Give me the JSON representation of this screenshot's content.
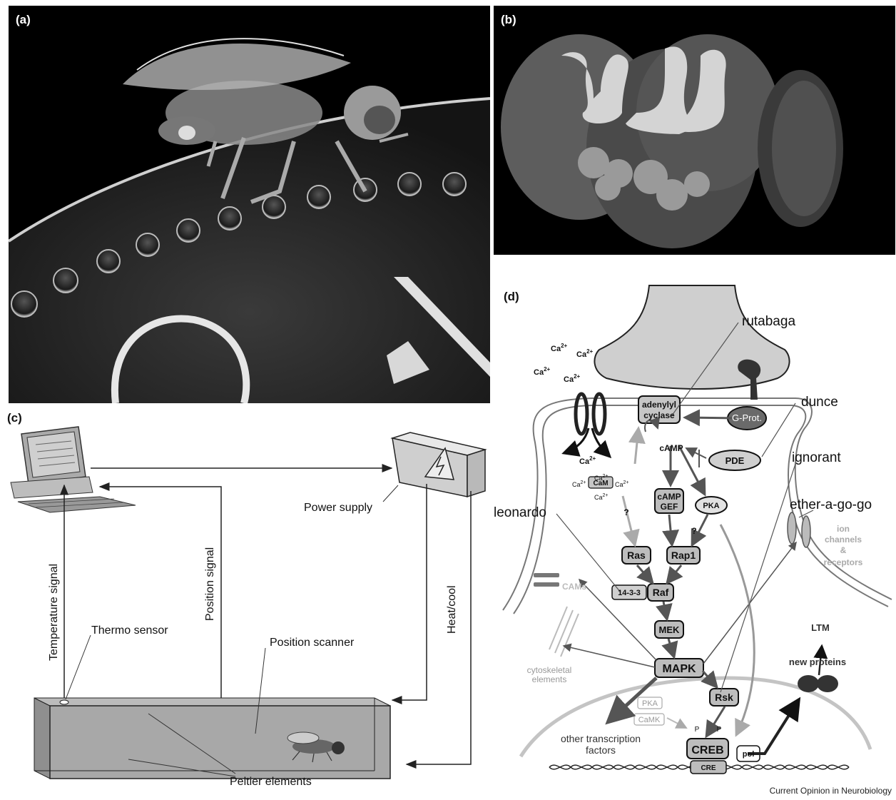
{
  "panels": {
    "a": {
      "label": "(a)"
    },
    "b": {
      "label": "(b)"
    },
    "c": {
      "label": "(c)",
      "power_supply": "Power supply",
      "position_signal": "Position signal",
      "heat_cool": "Heat/cool",
      "temperature_signal": "Temperature signal",
      "thermo_sensor": "Thermo sensor",
      "position_scanner": "Position scanner",
      "peltier_elements": "Peltier elements"
    },
    "d": {
      "label": "(d)",
      "rutabaga": "rutabaga",
      "dunce": "dunce",
      "ignorant": "ignorant",
      "leonardo": "leonardo",
      "ether_a_go_go": "ether-a-go-go",
      "ion_channels_1": "ion",
      "ion_channels_2": "channels",
      "ion_channels_3": "&",
      "ion_channels_4": "receptors",
      "ca_label": "Ca",
      "ca_sup": "2+",
      "adenylyl_1": "adenylyl",
      "adenylyl_2": "cyclase",
      "g_prot": "G-Prot.",
      "camp": "cAMP",
      "pde": "PDE",
      "camp_gef_1": "cAMP",
      "camp_gef_2": "GEF",
      "pka": "PKA",
      "cam": "CaM",
      "question": "?",
      "ras": "Ras",
      "rap1": "Rap1",
      "fourteen33": "14-3-3",
      "raf": "Raf",
      "cams": "CAMs",
      "mek": "MEK",
      "mapk": "MAPK",
      "rsk": "Rsk",
      "cytoskeletal_1": "cytoskeletal",
      "cytoskeletal_2": "elements",
      "ltm": "LTM",
      "new_proteins": "new proteins",
      "pka_small": "PKA",
      "camk": "CaMK",
      "other_tf_1": "other transcription",
      "other_tf_2": "factors",
      "p": "P",
      "creb": "CREB",
      "cre": "CRE",
      "pol": "pol"
    }
  },
  "credit": "Current Opinion in Neurobiology"
}
